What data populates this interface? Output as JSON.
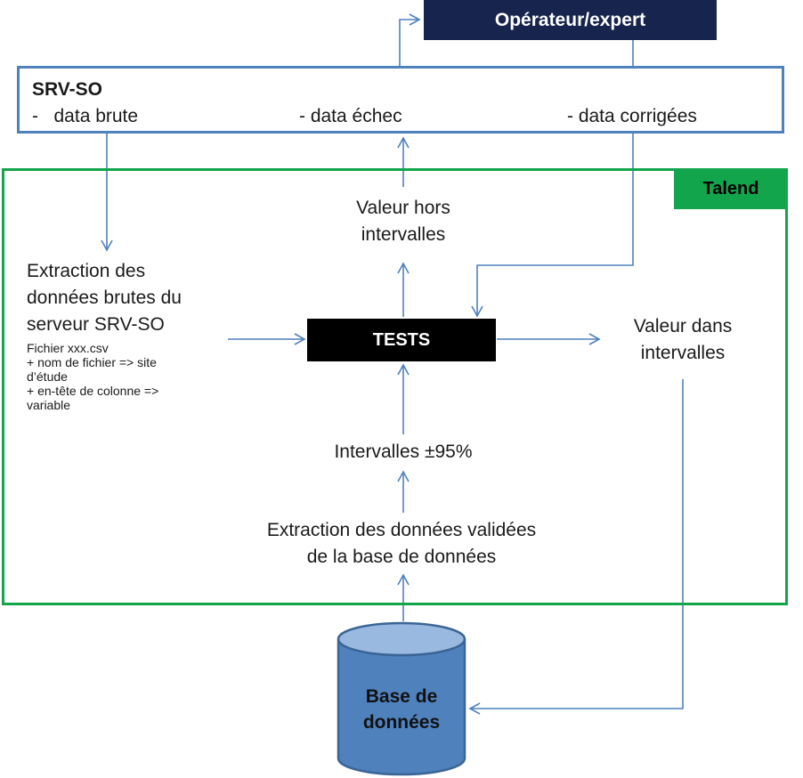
{
  "operator": {
    "label": "Opérateur/expert"
  },
  "srv": {
    "title": "SRV-SO",
    "items": [
      "-   data brute",
      "- data échec",
      "- data corrigées"
    ]
  },
  "talend": {
    "label": "Talend"
  },
  "extraction_brutes": {
    "line1": "Extraction des",
    "line2": "données brutes du",
    "line3": "serveur SRV-SO",
    "notes": [
      "Fichier xxx.csv",
      "+ nom de fichier => site",
      "d’étude",
      "+ en-tête de colonne =>",
      "variable"
    ]
  },
  "hors_intervalles": {
    "line1": "Valeur hors",
    "line2": "intervalles"
  },
  "dans_intervalles": {
    "line1": "Valeur dans",
    "line2": "intervalles"
  },
  "tests": {
    "label": "TESTS"
  },
  "intervalles": {
    "label": "Intervalles ±95%"
  },
  "extraction_validees": {
    "line1": "Extraction des données validées",
    "line2": "de la base de données"
  },
  "database": {
    "line1": "Base de",
    "line2": "données"
  },
  "colors": {
    "blue": "#4f81bd",
    "navy": "#17244d",
    "green": "#12a54b",
    "black": "#000000"
  }
}
